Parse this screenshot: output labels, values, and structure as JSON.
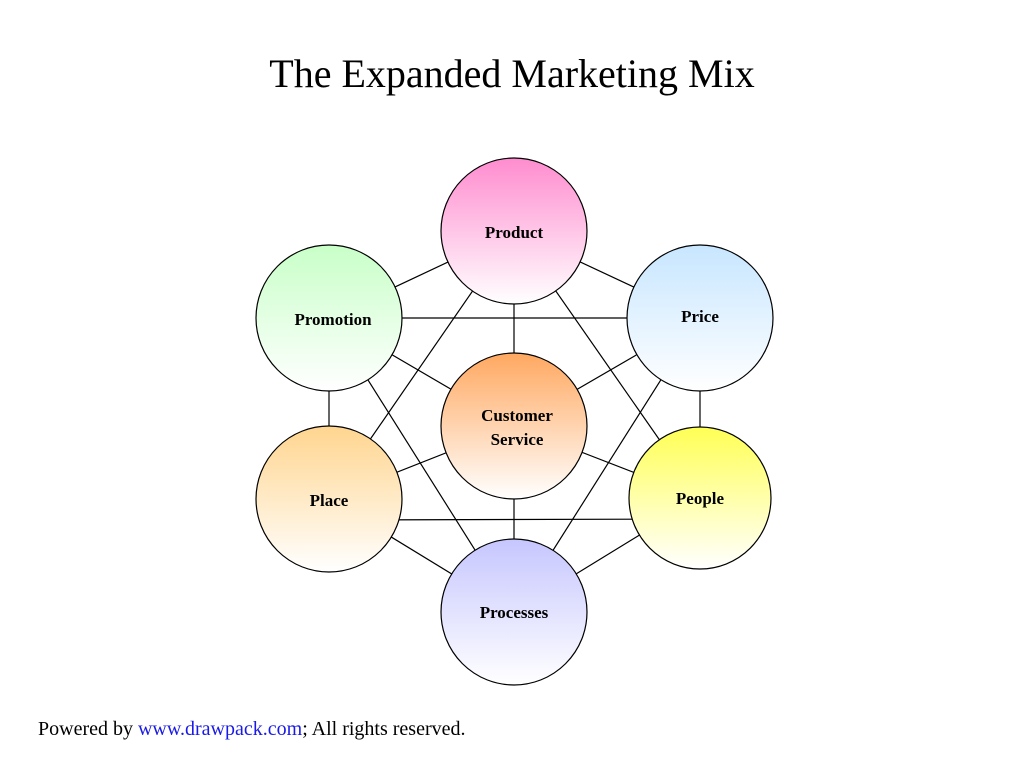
{
  "title": "The Expanded Marketing Mix",
  "nodes": {
    "product": {
      "label": "Product",
      "color": "#ff8ccf"
    },
    "price": {
      "label": "Price",
      "color": "#c7e6ff"
    },
    "people": {
      "label": "People",
      "color": "#ffff55"
    },
    "processes": {
      "label": "Processes",
      "color": "#c6c6ff"
    },
    "place": {
      "label": "Place",
      "color": "#ffd58f"
    },
    "promotion": {
      "label": "Promotion",
      "color": "#c8ffc8"
    },
    "center": {
      "label_line1": "Customer",
      "label_line2": "Service",
      "color": "#ffa860"
    }
  },
  "footer": {
    "prefix": "Powered by ",
    "link_text": "www.drawpack.com",
    "suffix": "; All rights reserved.",
    "link_color": "#1a1ae6"
  }
}
